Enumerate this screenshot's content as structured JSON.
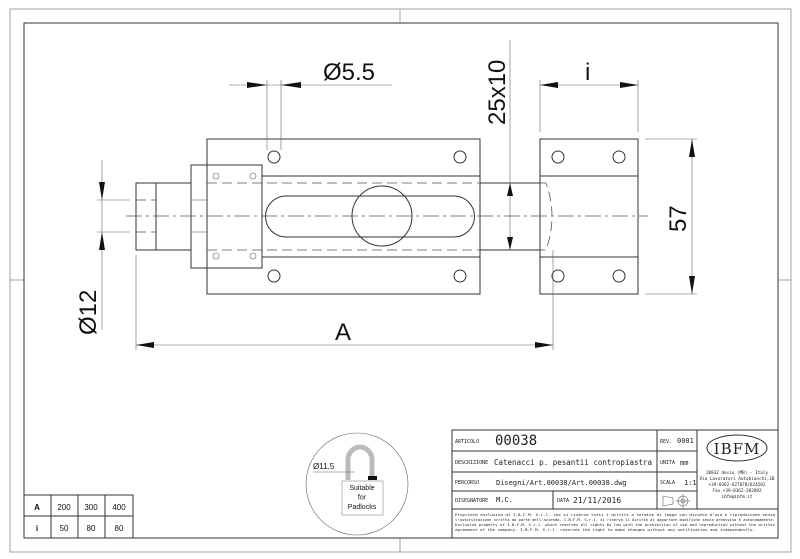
{
  "dimensions": {
    "hole_diameter": "Ø5.5",
    "bolt_section": "25x10",
    "keeper_spacing": "i",
    "plate_height": "57",
    "knob_diameter": "Ø12",
    "overall_length": "A"
  },
  "size_table": {
    "rows": [
      {
        "label": "A",
        "values": [
          "200",
          "300",
          "400"
        ]
      },
      {
        "label": "i",
        "values": [
          "50",
          "80",
          "80"
        ]
      }
    ]
  },
  "padlock_note": {
    "diameter": "Ø11.5",
    "line1": "Suitable",
    "line2": "for",
    "line3": "Padlocks"
  },
  "title_block": {
    "articolo_label": "ARTICOLO",
    "articolo": "00038",
    "rev_label": "REV.",
    "rev": "0001",
    "descrizione_label": "DESCRIZIONE",
    "descrizione": "Catenacci p. pesantii contropiastra",
    "unita_label": "UNITA",
    "unita": "mm",
    "percorso_label": "PERCORSO",
    "percorso": "Disegni/Art.00038/Art.00038.dwg",
    "scala_label": "SCALA",
    "scala": "1:1",
    "disegnatore_label": "DISEGNATORE",
    "disegnatore": "M.C.",
    "data_label": "DATA",
    "data": "21/11/2016",
    "logo": "IBFM",
    "address": [
      "20832 desio (MB) - Italy",
      "Via Lavoratori Autobianchi,1B",
      "+39-0362-627078/624502",
      "Fax +39-0362-302892",
      "ibfm@ibfm.it"
    ],
    "disclaimer": [
      "Proprietà esclusiva di I.B.F.M. S.r.l. che si riserva tutti i diritti a termine di legge con divieto d'uso e riproduzione senza",
      "l'autorizzazione scritta da parte dell'azienda. I.B.F.M. S.r.l. si riserva il diritto di apportare modifiche senza preavviso e autonomamente.",
      "Exclusive property of I.B.F.M. S.r.l. which reserves all rights by law with the prohibition of use and reproduction without the written",
      "agreement of the company. I.B.F.M. S.r.l. reserves the right to make changes without any notification and independently."
    ]
  }
}
